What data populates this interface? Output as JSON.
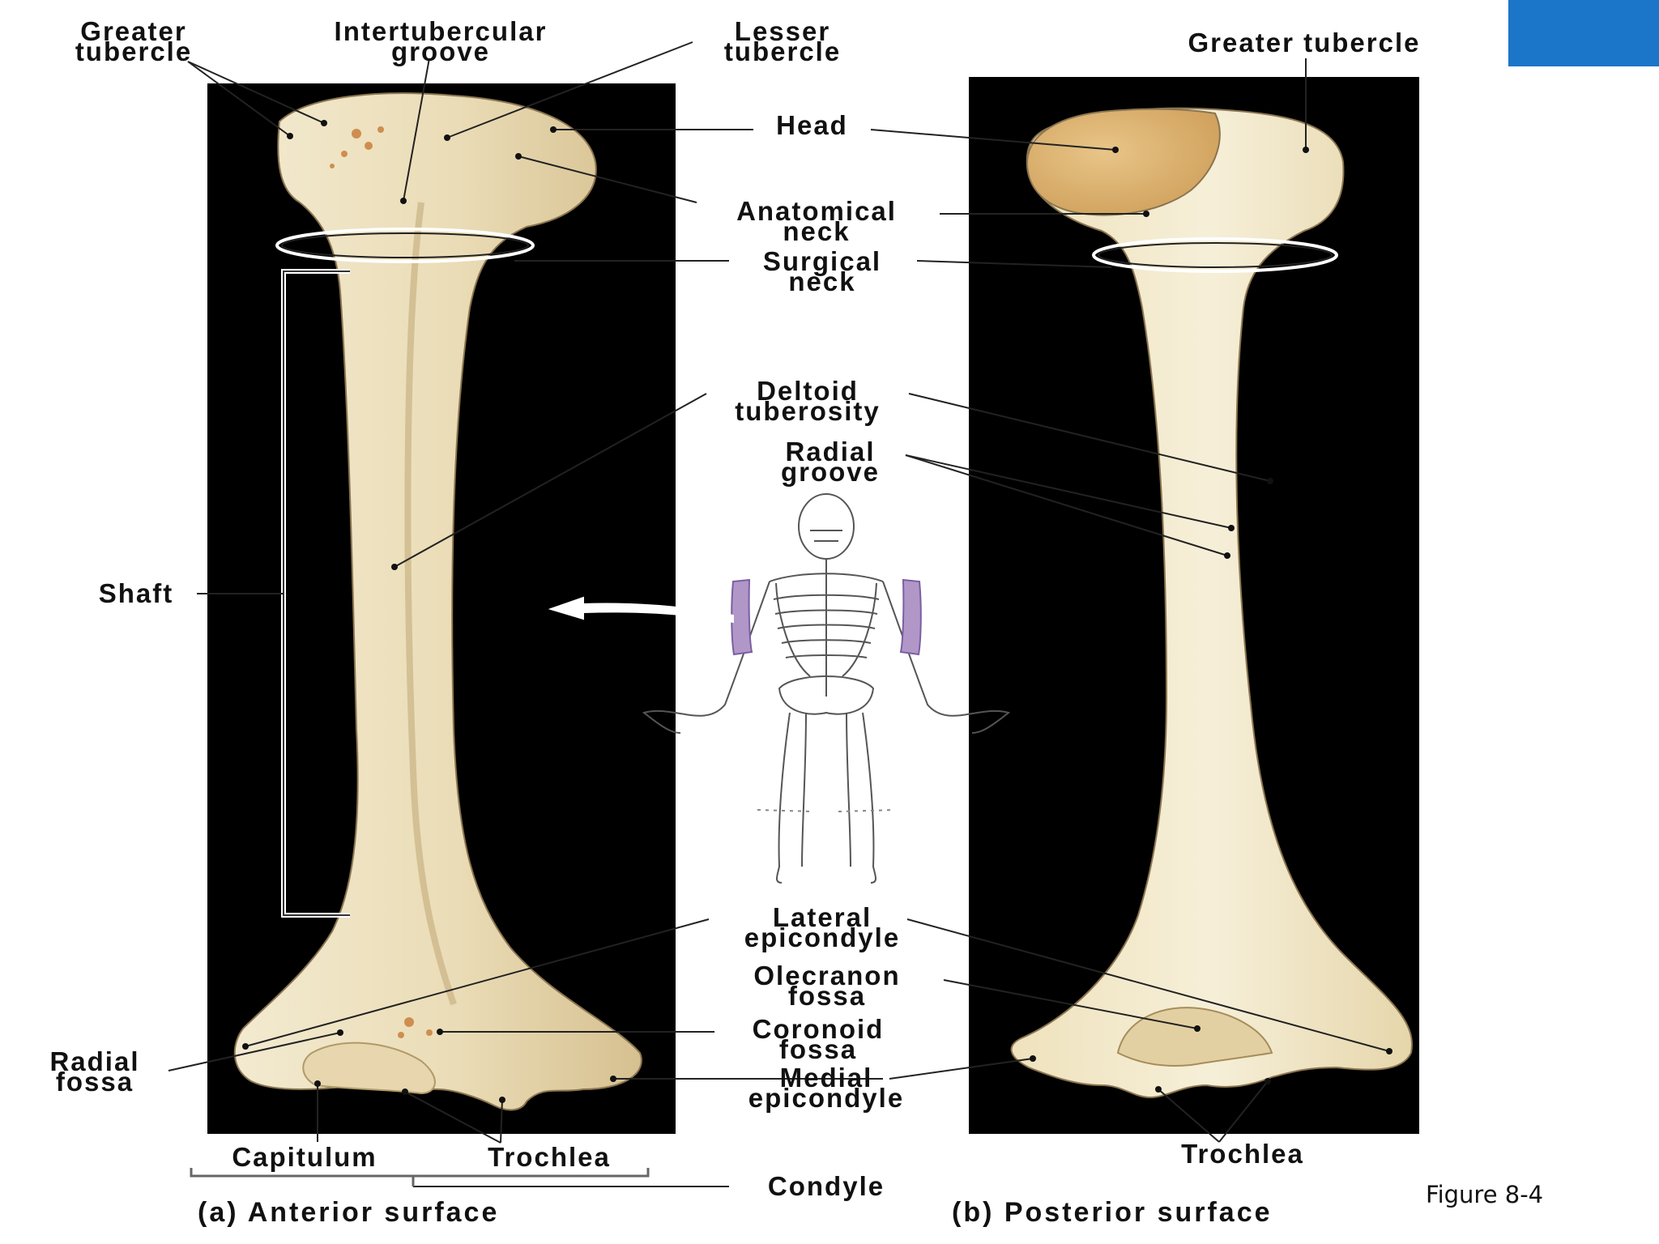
{
  "colors": {
    "accent": "#1b75c9",
    "panel": "#000000",
    "bone": "#efe3c4",
    "bone_shade": "#dcc79c",
    "bone_head": "#d9ad6a",
    "highlight_bone": "#b197c8"
  },
  "labels": {
    "greater_tubercle_a": [
      "Greater",
      "tubercle"
    ],
    "intertubercular_groove": [
      "Intertubercular",
      "groove"
    ],
    "lesser_tubercle": [
      "Lesser",
      "tubercle"
    ],
    "greater_tubercle_b": [
      "Greater tubercle"
    ],
    "head": [
      "Head"
    ],
    "anatomical_neck": [
      "Anatomical",
      "neck"
    ],
    "surgical_neck": [
      "Surgical",
      "neck"
    ],
    "deltoid_tuberosity": [
      "Deltoid",
      "tuberosity"
    ],
    "radial_groove": [
      "Radial",
      "groove"
    ],
    "shaft": [
      "Shaft"
    ],
    "lateral_epicondyle": [
      "Lateral",
      "epicondyle"
    ],
    "olecranon_fossa": [
      "Olecranon",
      "fossa"
    ],
    "coronoid_fossa": [
      "Coronoid",
      "fossa"
    ],
    "medial_epicondyle": [
      "Medial",
      "epicondyle"
    ],
    "radial_fossa": [
      "Radial",
      "fossa"
    ],
    "capitulum": [
      "Capitulum"
    ],
    "trochlea_a": [
      "Trochlea"
    ],
    "trochlea_b": [
      "Trochlea"
    ],
    "condyle": [
      "Condyle"
    ]
  },
  "captions": {
    "anterior": "(a) Anterior surface",
    "posterior": "(b) Posterior surface"
  },
  "figure_label": "Figure 8-4"
}
